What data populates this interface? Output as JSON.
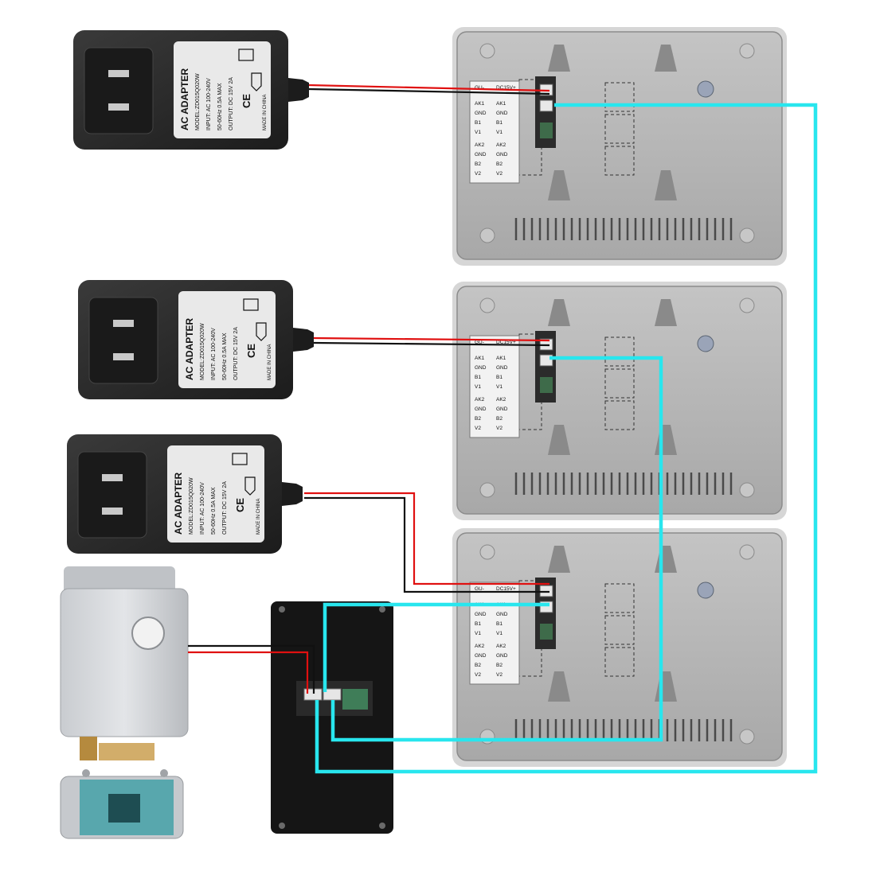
{
  "adapter": {
    "title": "AC ADAPTER",
    "model": "MODEL:ZD015Q020W",
    "input": "INPUT: AC 100-240V",
    "freq": "50-60Hz 0.5A MAX",
    "output": "OUTPUT: DC 15V 2A",
    "origin": "MADE IN CHINA",
    "ce_mark": "CE"
  },
  "monitor_labels": {
    "left": [
      "GU-",
      "AK1",
      "GND",
      "B1",
      "V1",
      "AK2",
      "GND",
      "B2",
      "V2"
    ],
    "right": [
      "DC15V+",
      "AK1",
      "GND",
      "B1",
      "V1",
      "AK2",
      "GND",
      "B2",
      "V2"
    ]
  },
  "colors": {
    "power_positive": "#e01010",
    "power_negative": "#111111",
    "signal_cable": "#28e6ee",
    "monitor_shell": "#b2b2b2",
    "monitor_rim": "#cfcfcf",
    "adapter_body": "#2a2a2a",
    "door_station": "#1a1a1a",
    "lock_body": "#d3d6da"
  },
  "icons": [
    "plug-prongs-icon",
    "recycle-bin-icon",
    "house-icon",
    "ce-mark-icon"
  ]
}
